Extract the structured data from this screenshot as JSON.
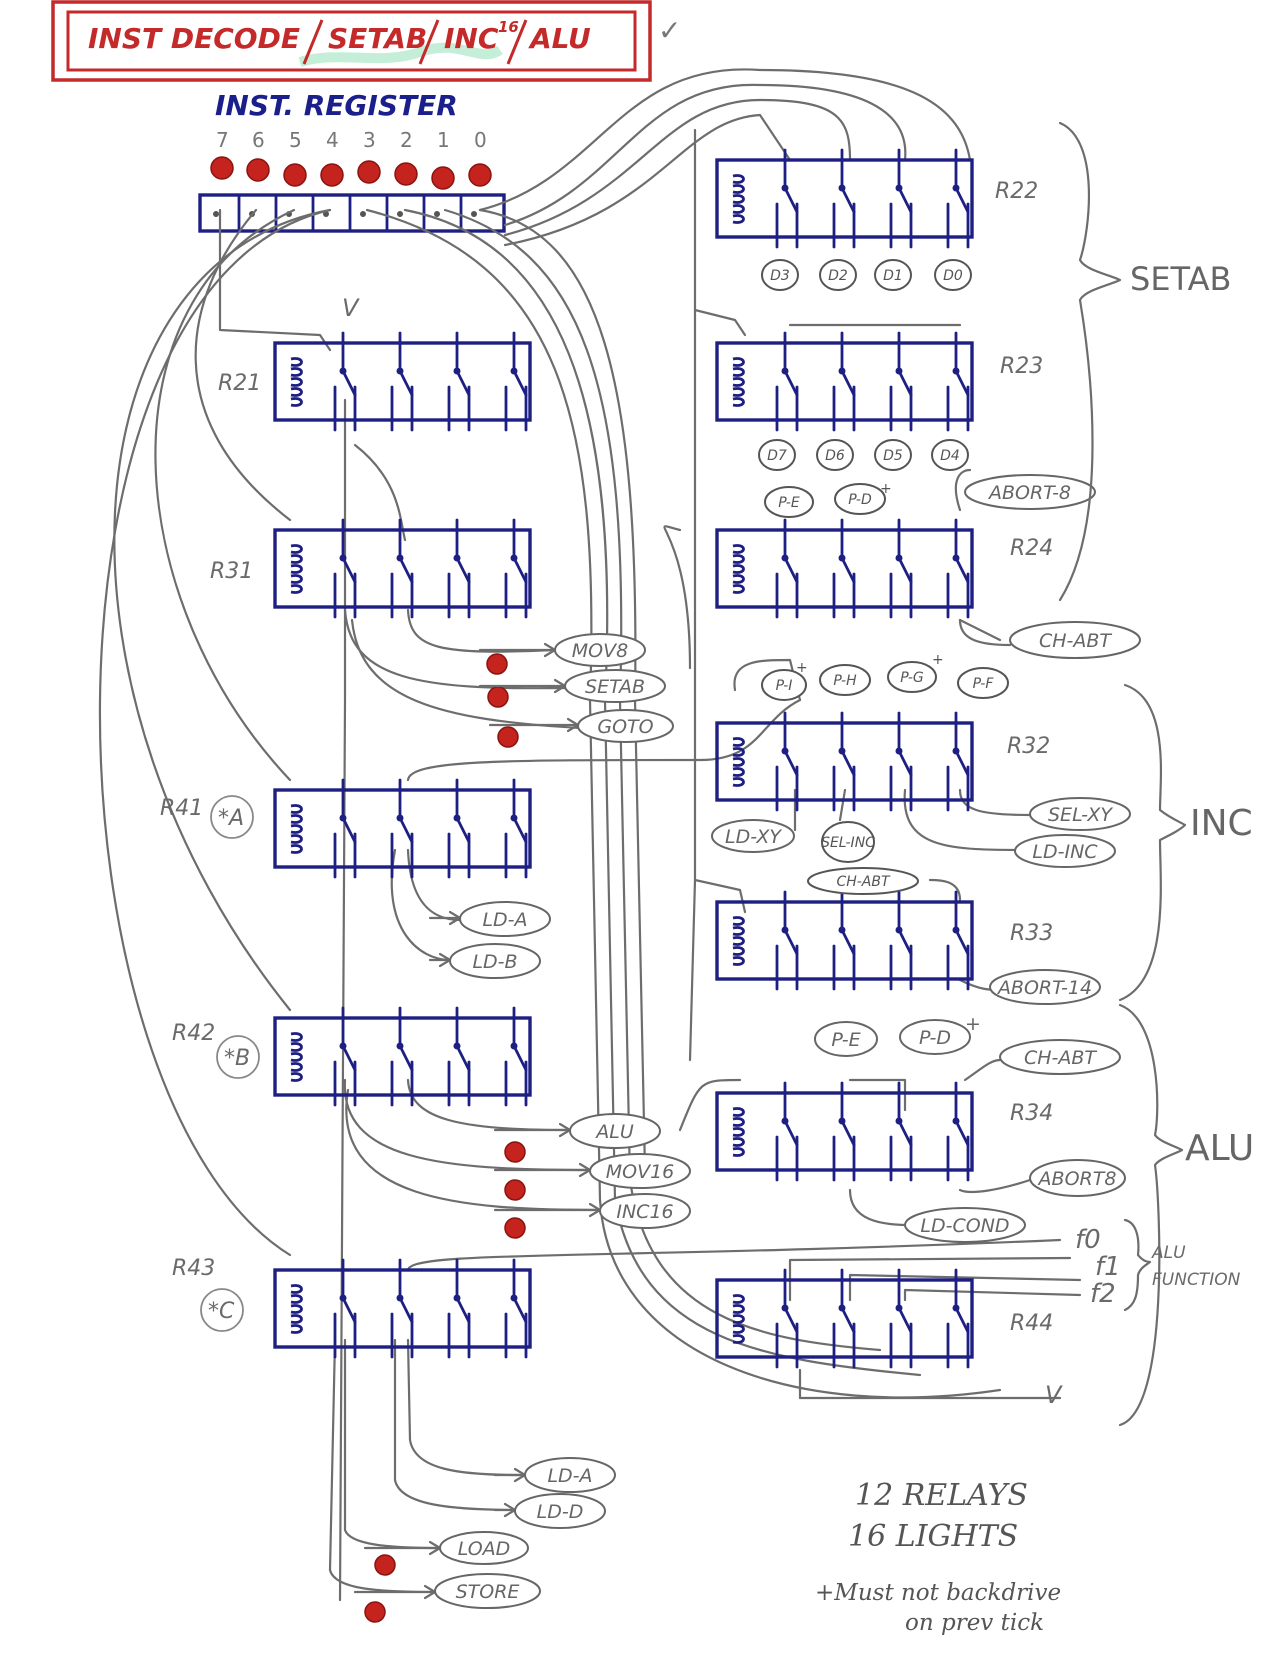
{
  "title": {
    "text": "INST DECODE / SETAB/INC16/ALU",
    "parts": [
      "INST DECODE",
      "SETAB",
      "INC",
      "16",
      "ALU"
    ],
    "check_mark": "✓",
    "frame_color": "#c42a2a"
  },
  "instruction_register": {
    "label": "INST. REGISTER",
    "bits": [
      "7",
      "6",
      "5",
      "4",
      "3",
      "2",
      "1",
      "0"
    ],
    "lamp_color": "#c4231e"
  },
  "voltage_label": "V",
  "relays": [
    {
      "id": "R21",
      "label": "R21",
      "marker": ""
    },
    {
      "id": "R31",
      "label": "R31",
      "marker": ""
    },
    {
      "id": "R41",
      "label": "R41",
      "marker": "*A"
    },
    {
      "id": "R42",
      "label": "R42",
      "marker": "*B"
    },
    {
      "id": "R43",
      "label": "R43",
      "marker": "*C"
    },
    {
      "id": "R22",
      "label": "R22",
      "marker": ""
    },
    {
      "id": "R23",
      "label": "R23",
      "marker": ""
    },
    {
      "id": "R24",
      "label": "R24",
      "marker": ""
    },
    {
      "id": "R32",
      "label": "R32",
      "marker": ""
    },
    {
      "id": "R33",
      "label": "R33",
      "marker": ""
    },
    {
      "id": "R34",
      "label": "R34",
      "marker": ""
    },
    {
      "id": "R44",
      "label": "R44",
      "marker": ""
    }
  ],
  "data_lines_r22": [
    "D3",
    "D2",
    "D1",
    "D0"
  ],
  "data_lines_r23": [
    "D7",
    "D6",
    "D5",
    "D4"
  ],
  "r24_inputs": [
    "P-E",
    "P-D",
    "ABORT-8"
  ],
  "r24_outputs": [
    "CH-ABT"
  ],
  "r32_inputs": [
    "P-I",
    "P-H",
    "P-G",
    "P-F"
  ],
  "r32_outputs": [
    "LD-XY",
    "SEL-INC",
    "SEL-XY",
    "LD-INC"
  ],
  "r33_inputs": [
    "CH-ABT"
  ],
  "r33_outputs": [
    "ABORT-14"
  ],
  "r34_inputs": [
    "P-E",
    "P-D",
    "CH-ABT"
  ],
  "r34_outputs": [
    "ABORT8",
    "LD-COND"
  ],
  "plus_mark": "+",
  "r31_outputs": [
    "MOV8",
    "SETAB",
    "GOTO"
  ],
  "r41_outputs": [
    "LD-A",
    "LD-B"
  ],
  "r42_outputs": [
    "ALU",
    "MOV16",
    "INC16"
  ],
  "r43_outputs": [
    "LD-A",
    "LD-D",
    "LOAD",
    "STORE"
  ],
  "alu_function": {
    "lines": [
      "f0",
      "f1",
      "f2"
    ],
    "label": "ALU FUNCTION"
  },
  "groups": [
    "SETAB",
    "INC",
    "ALU"
  ],
  "summary": [
    "12 RELAYS",
    "16 LIGHTS"
  ],
  "footnote": [
    "+Must not backdrive",
    "on prev tick"
  ]
}
